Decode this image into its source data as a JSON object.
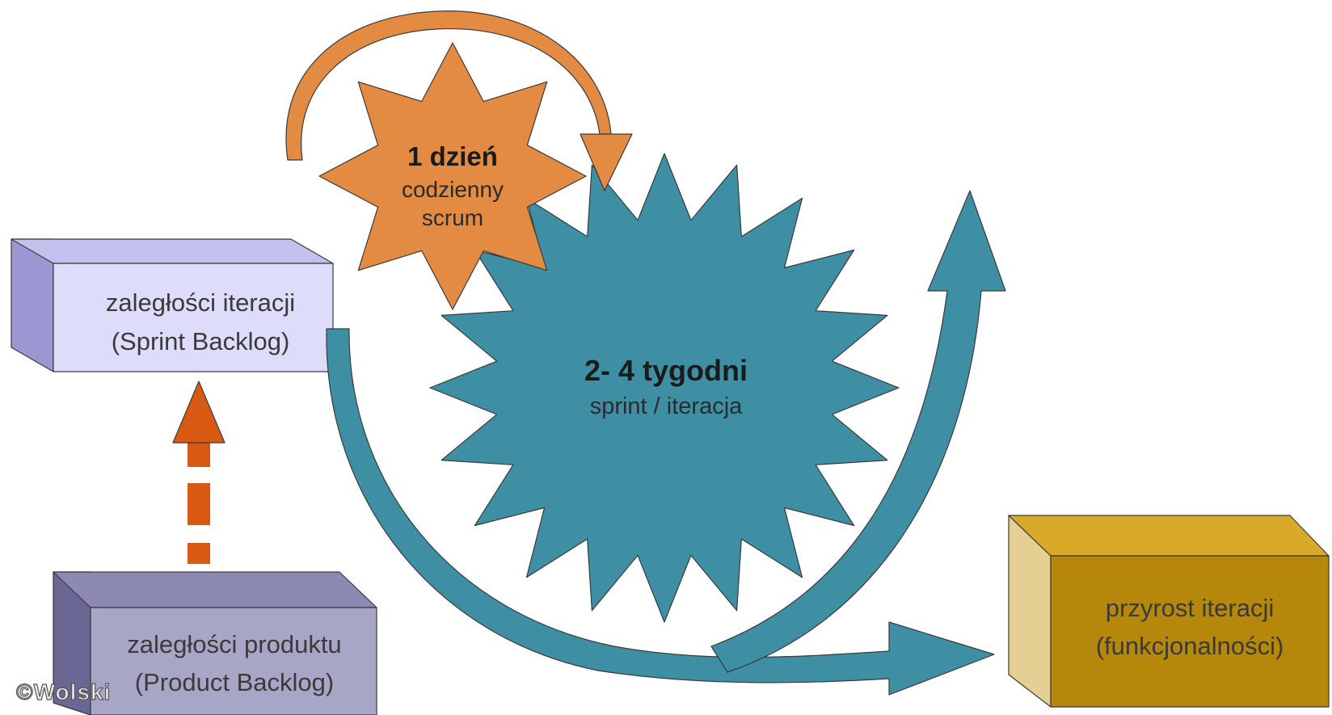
{
  "colors": {
    "sprint_backlog_front": "#dedcfb",
    "sprint_backlog_top": "#c2c0ec",
    "sprint_backlog_side": "#9a97d2",
    "product_backlog_front": "#a8a6c6",
    "product_backlog_top": "#8c89b3",
    "product_backlog_side": "#6a6794",
    "increment_front": "#b5870a",
    "increment_top": "#d9a928",
    "increment_side": "#e6cf93",
    "teal": "#3e8fa3",
    "orange_star": "#e38a43",
    "orange_arrow": "#d85a12"
  },
  "sprint_backlog": {
    "line1": "zaległości iteracji",
    "line2": "(Sprint Backlog)"
  },
  "product_backlog": {
    "line1": "zaległości produktu",
    "line2": "(Product Backlog)"
  },
  "increment": {
    "line1": "przyrost iteracji",
    "line2": "(funkcjonalności)"
  },
  "sprint": {
    "title": "2- 4 tygodni",
    "subtitle": "sprint / iteracja"
  },
  "daily": {
    "title": "1 dzień",
    "line1": "codzienny",
    "line2": "scrum"
  },
  "copyright": "©Wolski"
}
